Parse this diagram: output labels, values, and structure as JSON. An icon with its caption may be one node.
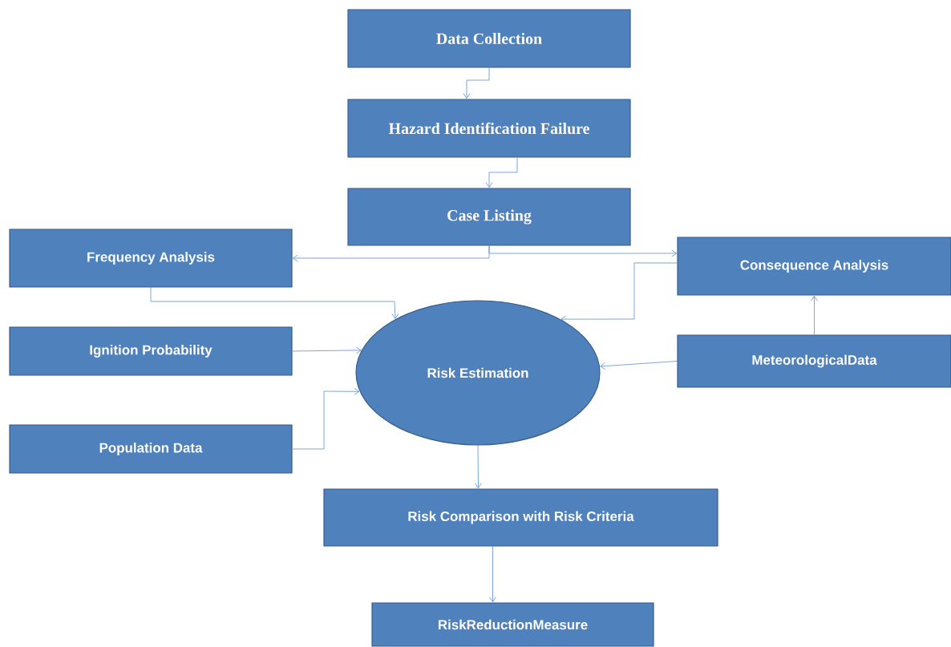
{
  "diagram": {
    "nodes": [
      {
        "text": [
          "Data Collection"
        ]
      },
      {
        "text": [
          "Hazard Identification Failure"
        ]
      },
      {
        "text": [
          "Case Listing"
        ]
      },
      {
        "text": [
          "Frequency Analysis"
        ]
      },
      {
        "text": [
          "Consequence Analysis"
        ]
      },
      {
        "text": [
          "Ignition Probability"
        ]
      },
      {
        "text": [
          "Risk Estimation"
        ]
      },
      {
        "text": [
          "MeteorologicalData"
        ]
      },
      {
        "text": [
          "Population Data"
        ]
      },
      {
        "text": [
          "Risk Comparison with Risk Criteria"
        ]
      },
      {
        "text": [
          "RiskReductionMeasure"
        ]
      }
    ],
    "edges": [
      {
        "from": 0,
        "to": 1,
        "arrow": "to"
      },
      {
        "from": 1,
        "to": 2,
        "arrow": "to"
      },
      {
        "from": 2,
        "to": 3,
        "arrow": "to"
      },
      {
        "from": 2,
        "to": 4,
        "arrow": "to"
      },
      {
        "from": 3,
        "to": 6,
        "arrow": "to"
      },
      {
        "from": 4,
        "to": 6,
        "arrow": "to"
      },
      {
        "from": 5,
        "to": 6,
        "arrow": "to"
      },
      {
        "from": 7,
        "to": 6,
        "arrow": "to"
      },
      {
        "from": 7,
        "to": 4,
        "arrow": "to"
      },
      {
        "from": 8,
        "to": 6,
        "arrow": "to"
      },
      {
        "from": 6,
        "to": 9,
        "arrow": "to"
      },
      {
        "from": 9,
        "to": 10,
        "arrow": "to"
      }
    ]
  }
}
